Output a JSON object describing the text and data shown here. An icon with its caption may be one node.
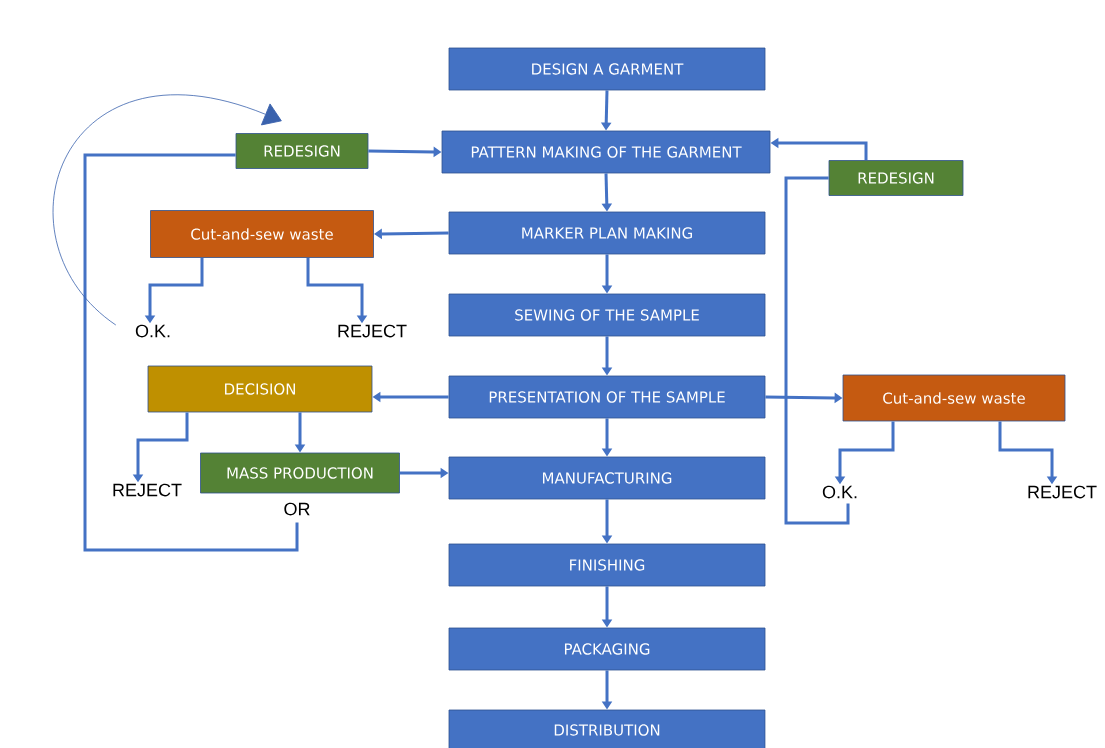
{
  "diagram": {
    "nodes": [
      {
        "text": [
          "DESIGN A GARMENT"
        ]
      },
      {
        "text": [
          "REDESIGN"
        ]
      },
      {
        "text": [
          "PATTERN MAKING OF THE GARMENT"
        ]
      },
      {
        "text": [
          "REDESIGN"
        ]
      },
      {
        "text": [
          "Cut-and-sew waste"
        ]
      },
      {
        "text": [
          "MARKER PLAN MAKING"
        ]
      },
      {
        "text": [
          "O.K."
        ]
      },
      {
        "text": [
          "REJECT"
        ]
      },
      {
        "text": [
          "SEWING OF THE SAMPLE"
        ]
      },
      {
        "text": [
          "DECISION"
        ]
      },
      {
        "text": [
          "PRESENTATION OF THE SAMPLE"
        ]
      },
      {
        "text": [
          "Cut-and-sew waste"
        ]
      },
      {
        "text": [
          "REJECT"
        ]
      },
      {
        "text": [
          "MASS PRODUCTION"
        ]
      },
      {
        "text": [
          "OR"
        ]
      },
      {
        "text": [
          "MANUFACTURING"
        ]
      },
      {
        "text": [
          "O.K."
        ]
      },
      {
        "text": [
          "REJECT"
        ]
      },
      {
        "text": [
          "FINISHING"
        ]
      },
      {
        "text": [
          "PACKAGING"
        ]
      },
      {
        "text": [
          "DISTRIBUTION"
        ]
      }
    ],
    "edges": [
      {
        "from": 0,
        "to": 2,
        "arrow": "to"
      },
      {
        "from": 2,
        "to": 5,
        "arrow": "to"
      },
      {
        "from": 5,
        "to": 8,
        "arrow": "to"
      },
      {
        "from": 8,
        "to": 10,
        "arrow": "to"
      },
      {
        "from": 10,
        "to": 15,
        "arrow": "to"
      },
      {
        "from": 15,
        "to": 18,
        "arrow": "to"
      },
      {
        "from": 18,
        "to": 19,
        "arrow": "to"
      },
      {
        "from": 19,
        "to": 20,
        "arrow": "to"
      },
      {
        "from": 1,
        "to": 2,
        "arrow": "to"
      },
      {
        "from": 3,
        "to": 2,
        "arrow": "to"
      },
      {
        "from": 16,
        "to": 3,
        "arrow": "none"
      },
      {
        "from": 5,
        "to": 4,
        "arrow": "to"
      },
      {
        "from": 4,
        "to": 6,
        "arrow": "to"
      },
      {
        "from": 4,
        "to": 7,
        "arrow": "to"
      },
      {
        "from": 10,
        "to": 9,
        "arrow": "to"
      },
      {
        "from": 10,
        "to": 11,
        "arrow": "to"
      },
      {
        "from": 11,
        "to": 16,
        "arrow": "to"
      },
      {
        "from": 11,
        "to": 17,
        "arrow": "to"
      },
      {
        "from": 9,
        "to": 12,
        "arrow": "to"
      },
      {
        "from": 9,
        "to": 13,
        "arrow": "to"
      },
      {
        "from": 13,
        "to": 15,
        "arrow": "to"
      },
      {
        "from": 14,
        "to": 1,
        "arrow": "none"
      },
      {
        "from": 6,
        "to": 1,
        "arrow": "to",
        "color": "#3a62ad"
      }
    ]
  }
}
